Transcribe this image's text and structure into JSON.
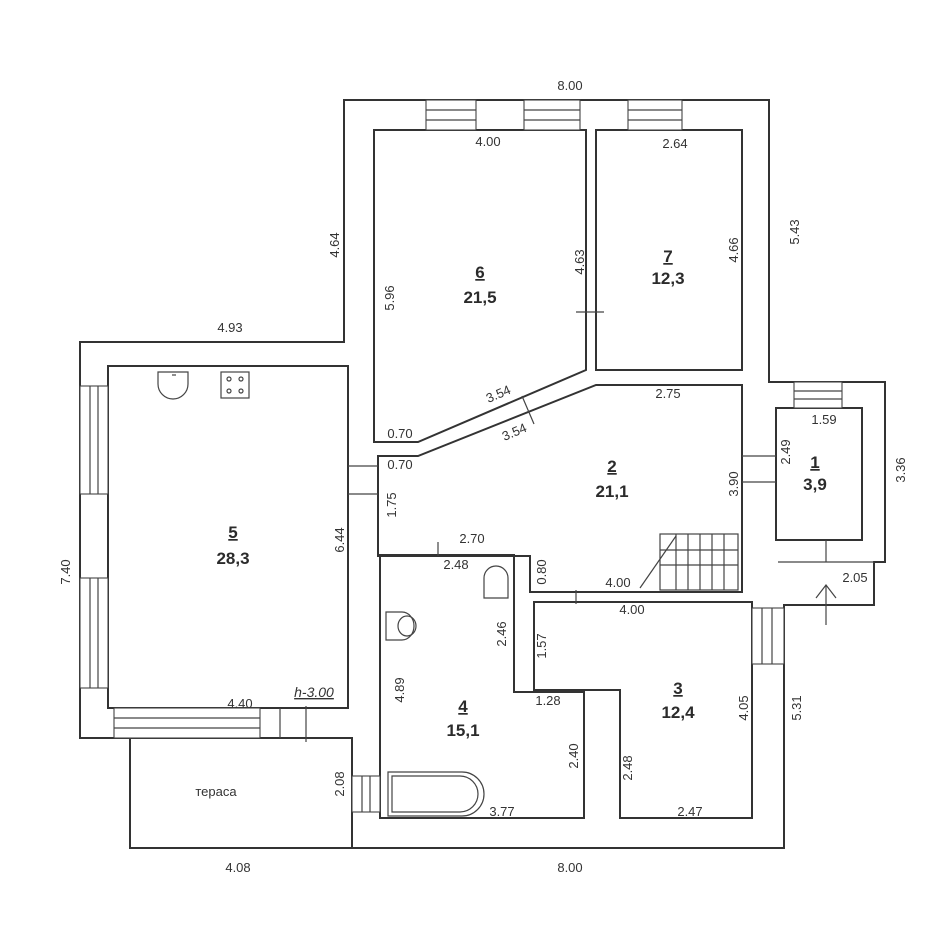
{
  "rooms": [
    {
      "id": "1",
      "number": "1",
      "area": "3,9"
    },
    {
      "id": "2",
      "number": "2",
      "area": "21,1"
    },
    {
      "id": "3",
      "number": "3",
      "area": "12,4"
    },
    {
      "id": "4",
      "number": "4",
      "area": "15,1"
    },
    {
      "id": "5",
      "number": "5",
      "area": "28,3"
    },
    {
      "id": "6",
      "number": "6",
      "area": "21,5"
    },
    {
      "id": "7",
      "number": "7",
      "area": "12,3"
    }
  ],
  "terrace_label": "тераса",
  "height_mark": "h-3.00",
  "dimensions": {
    "top_total": "8.00",
    "bottom_total": "8.00",
    "right_upper": "5.43",
    "right_middle": "3.36",
    "right_lower": "5.31",
    "left_total": "7.40",
    "left_upper_wall": "4.64",
    "room5_top_exterior": "4.93",
    "terrace_bottom": "4.08",
    "terrace_side": "2.08",
    "r6_top": "4.00",
    "r6_left": "5.96",
    "r6_right": "4.63",
    "r6_bottom_left": "0.70",
    "r6_diag": "3.54",
    "r2_diag": "3.54",
    "r7_top": "2.64",
    "r7_right": "4.66",
    "r2_top": "2.75",
    "r2_left_small": "0.70",
    "r2_left": "1.75",
    "r2_right": "3.90",
    "r2_bottom_left": "2.70",
    "r2_notch": "0.80",
    "r2_bottom": "4.00",
    "r1_top": "1.59",
    "r1_left": "2.49",
    "porch": "2.05",
    "r5_right": "6.44",
    "r5_bottom": "4.40",
    "r4_top": "2.48",
    "r4_mid": "2.46",
    "r4_left": "4.89",
    "r4_step": "1.28",
    "r4_right": "2.40",
    "r4_bottom": "3.77",
    "r3_top": "4.00",
    "r3_left_upper": "1.57",
    "r3_right": "4.05",
    "r3_left": "2.48",
    "r3_bottom": "2.47"
  }
}
